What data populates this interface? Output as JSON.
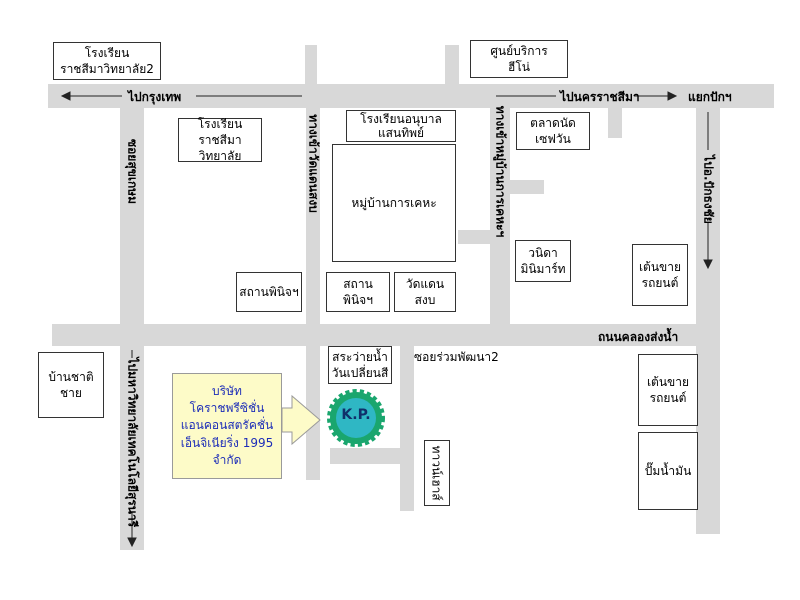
{
  "roads": {
    "north_west": "ไปกรุงเทพ",
    "north_east": "ไปนครราชสีมา",
    "junction": "แยกปักฯ",
    "south": "ถนนคลองส่งน้ำ",
    "soi_left": "ซอยสุขเกษม",
    "soi_center_left": "ทางเข้าวัดแดนสงบ",
    "soi_center_right": "ทางเข้าหมู่บ้านการเคหะฯ",
    "to_office_right": "ไปอ.ปักธงชัย",
    "to_university": "ไปมหาวิทยาลัยเทคโนโลยีสุรนารี",
    "soi_pattana": "ซอยร่วมพัฒนา2"
  },
  "places": {
    "school_top_1": "โรงเรียน",
    "school_top_2": "ราชสีมาวิทยาลัย2",
    "service_1": "ศูนย์บริการ",
    "service_2": "ฮีโน่",
    "school_mid_1": "โรงเรียน",
    "school_mid_2": "ราชสีมาวิทยาลัย",
    "kinder_1": "โรงเรียนอนุบาล",
    "kinder_2": "แสนทิพย์",
    "market_1": "ตลาดนัด",
    "market_2": "เซฟวัน",
    "village": "หมู่บ้านการเคหะ",
    "mart_1": "วนิดา",
    "mart_2": "มินิมาร์ท",
    "car_1_1": "เต้นขาย",
    "car_1_2": "รถยนต์",
    "funeral_left": "สถานพินิจฯ",
    "funeral_mid": "สถานพินิจฯ",
    "temple": "วัดแดนสงบ",
    "house": "บ้านชาติชาย",
    "pool_1": "สระว่ายน้ำ",
    "pool_2": "วันเปลี่ยนสี",
    "townhouse": "ทาวน์เฮาส์",
    "car_2_1": "เต้นขาย",
    "car_2_2": "รถยนต์",
    "gas": "ปั๊มน้ำมัน"
  },
  "company": {
    "line1": "บริษัท",
    "line2": "โคราชพรีซิชั่น",
    "line3": "แอนคอนสตรัคชั่น",
    "line4": "เอ็นจิเนียริ่ง 1995",
    "line5": "จำกัด"
  },
  "logo": {
    "text": "K.P."
  },
  "colors": {
    "road": "#d8d8d8",
    "company_bg": "#fdfbc8",
    "company_text": "#1d2db8",
    "arrow_fill": "#fdfbc8",
    "logo_green": "#1aa66e",
    "logo_teal": "#2fb7c4"
  }
}
